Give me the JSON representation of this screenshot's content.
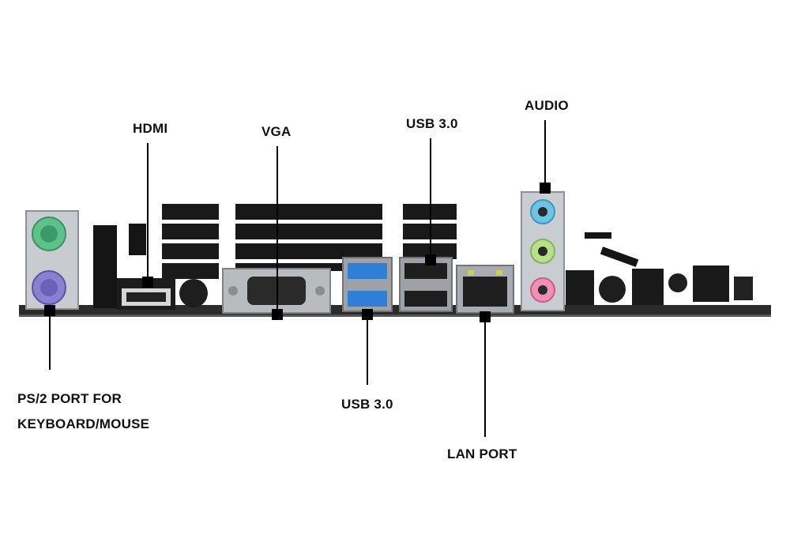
{
  "labels": {
    "hdmi": "HDMI",
    "vga": "VGA",
    "usb_top": "USB 3.0",
    "audio": "AUDIO",
    "ps2_line1": "PS/2 PORT FOR",
    "ps2_line2": "KEYBOARD/MOUSE",
    "usb_bottom": "USB 3.0",
    "lan": "LAN PORT"
  },
  "colors": {
    "background": "#ffffff",
    "pcb": "#2a2a2a",
    "heatsink": "#1b1b1b",
    "ps2_keyboard": "#8a7fd0",
    "ps2_mouse": "#5cc28a",
    "usb3_blue": "#2f7fd6",
    "audio_blue": "#6cc3e6",
    "audio_green": "#b6e08a",
    "audio_pink": "#f08fb8",
    "io_shield": "#c9ccd0",
    "callout": "#000000"
  }
}
